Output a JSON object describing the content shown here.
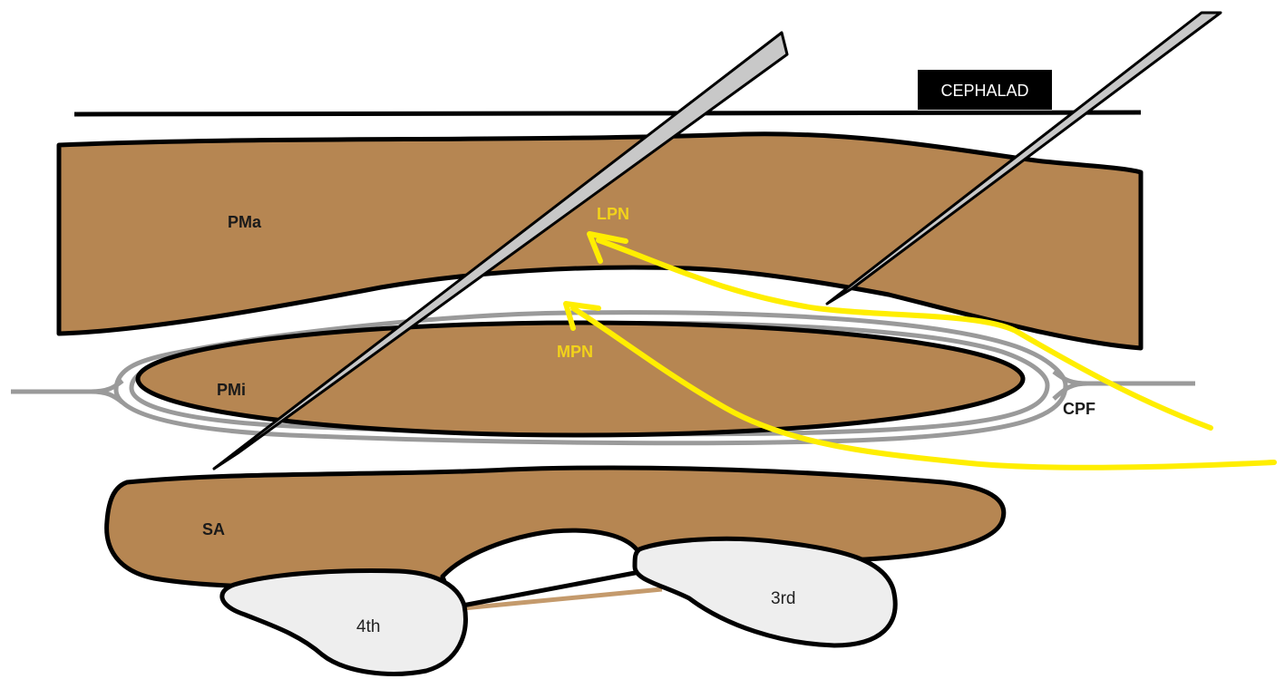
{
  "labels": {
    "cephalad": "CEPHALAD",
    "pectoralis_major": "PMa",
    "pectoralis_minor": "PMi",
    "serratus_anterior": "SA",
    "lateral_pectoral_nerve": "LPN",
    "medial_pectoral_nerve": "MPN",
    "clavipectoral_fascia": "CPF",
    "rib_4": "4th",
    "rib_3": "3rd"
  },
  "colors": {
    "muscle": "#b68652",
    "outline": "#000000",
    "fascia": "#9a9a9a",
    "nerve": "#ffee00",
    "needle": "#c8c8c8",
    "bone": "#eeeeee",
    "intercostal": "#c49a6c"
  }
}
